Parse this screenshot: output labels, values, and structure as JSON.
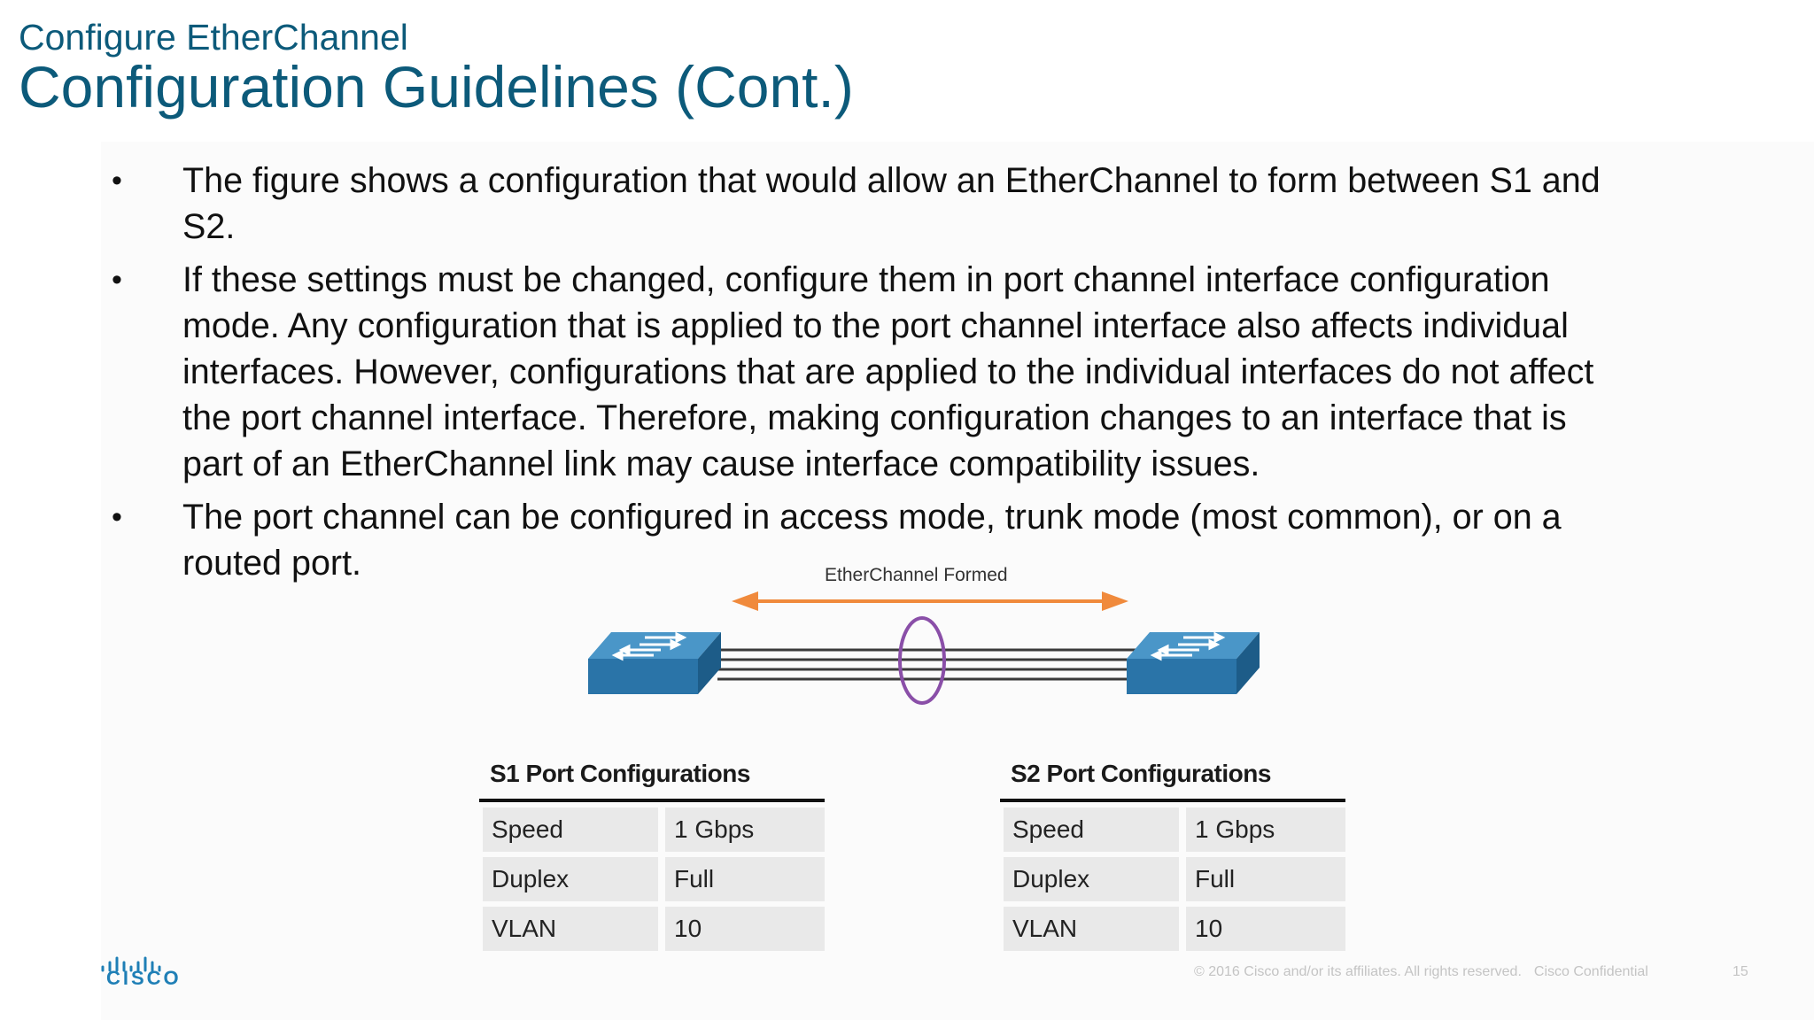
{
  "header": {
    "kicker": "Configure EtherChannel",
    "title": "Configuration Guidelines (Cont.)"
  },
  "bullets": [
    {
      "lines": [
        "The figure shows a configuration that would allow an EtherChannel to form between S1 and",
        "S2."
      ]
    },
    {
      "lines": [
        "If these settings must be changed, configure them in port channel interface configuration",
        "mode. Any configuration that is applied to the port channel interface also affects individual",
        "interfaces. However, configurations that are applied to the individual interfaces do not affect",
        "the port channel interface. Therefore, making configuration changes to an interface that is",
        "part of an EtherChannel link may cause interface compatibility issues."
      ]
    },
    {
      "lines": [
        "The port channel can be configured in access mode, trunk mode (most common), or on a",
        "routed port."
      ]
    }
  ],
  "bullet_symbol": "•",
  "diagram": {
    "label": "EtherChannel Formed",
    "colors": {
      "arrow": "#f08a3c",
      "ellipse": "#8a4fa8",
      "switch_top": "#4a96c8",
      "switch_front": "#2a74a8",
      "switch_side": "#1d5c88",
      "links": "#3a3a3a"
    }
  },
  "tables": [
    {
      "header": "S1 Port Configurations",
      "rows": [
        {
          "key": "Speed",
          "value": "1 Gbps"
        },
        {
          "key": "Duplex",
          "value": "Full"
        },
        {
          "key": "VLAN",
          "value": "10"
        }
      ]
    },
    {
      "header": "S2 Port Configurations",
      "rows": [
        {
          "key": "Speed",
          "value": "1 Gbps"
        },
        {
          "key": "Duplex",
          "value": "Full"
        },
        {
          "key": "VLAN",
          "value": "10"
        }
      ]
    }
  ],
  "footer": {
    "logo_word": "CISCO",
    "copyright": "© 2016  Cisco and/or its affiliates. All rights reserved.",
    "confidential": "Cisco Confidential",
    "page_number": "15"
  },
  "colors": {
    "title": "#0c5a7a",
    "brand": "#1f7fb6"
  }
}
